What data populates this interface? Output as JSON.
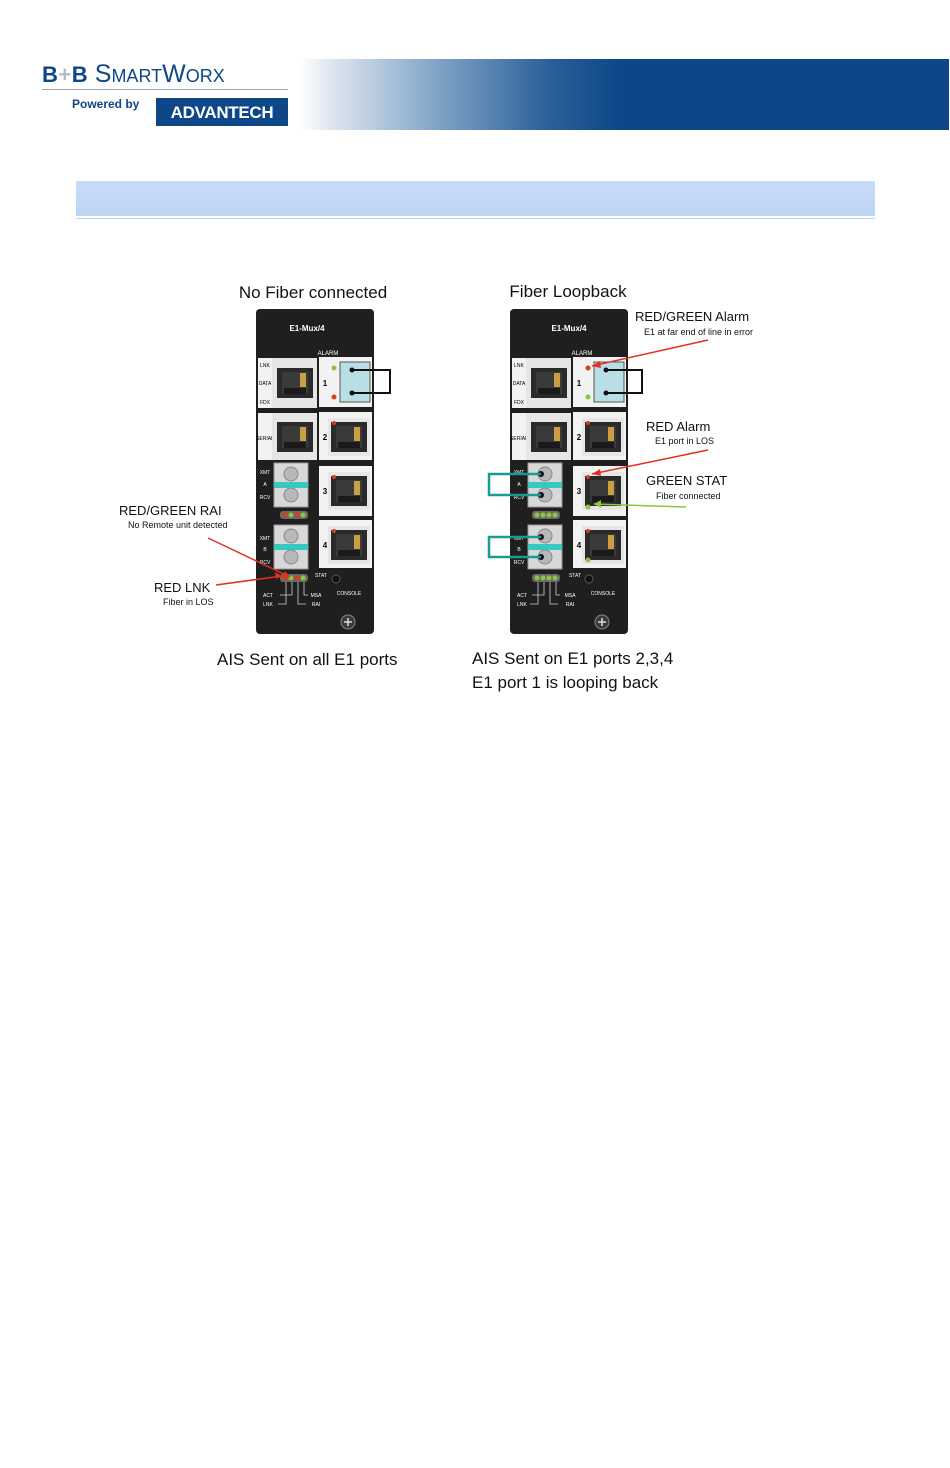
{
  "header": {
    "brand_left": "B",
    "brand_plus": "+",
    "brand_right": "B",
    "brand_name": "SmartWorx",
    "powered_by": "Powered by",
    "partner": "ADVANTECH"
  },
  "figure": {
    "left_title": "No Fiber connected",
    "right_title": "Fiber Loopback",
    "panel_model": "E1-Mux/4",
    "alarm_label": "ALARM",
    "port_1": "1",
    "port_2": "2",
    "port_3": "3",
    "port_4": "4",
    "side_lnk": "LNK",
    "side_data": "DATA",
    "side_fdx": "FDX",
    "side_serial": "SERIAL",
    "xmt": "XMT",
    "rcv": "RCV",
    "fiber_a": "A",
    "fiber_b": "B",
    "stat": "STAT",
    "act": "ACT",
    "lnk": "LNK",
    "msa": "MSA",
    "rai": "RAI",
    "console": "CONSOLE",
    "callout_rai_title": "RED/GREEN RAI",
    "callout_rai_sub": "No Remote unit detected",
    "callout_lnk_title": "RED LNK",
    "callout_lnk_sub": "Fiber in LOS",
    "callout_alarm_rg_title": "RED/GREEN Alarm",
    "callout_alarm_rg_sub": "E1 at far end of line in error",
    "callout_red_alarm_title": "RED Alarm",
    "callout_red_alarm_sub": "E1 port in LOS",
    "callout_green_stat_title": "GREEN STAT",
    "callout_green_stat_sub": "Fiber connected",
    "left_caption": "AIS Sent on all E1 ports",
    "right_caption_1": "AIS Sent on E1 ports 2,3,4",
    "right_caption_2": "E1 port 1 is looping back"
  },
  "colors": {
    "brand_blue": "#0d4788",
    "section_bar": "#c9dcf7",
    "panel": "#1f1f1f",
    "led_red": "#e03a1e",
    "led_green": "#8cc63f",
    "fiber_teal": "#1a9a94",
    "arrow_red": "#e0301e",
    "arrow_green": "#8cc63f"
  }
}
